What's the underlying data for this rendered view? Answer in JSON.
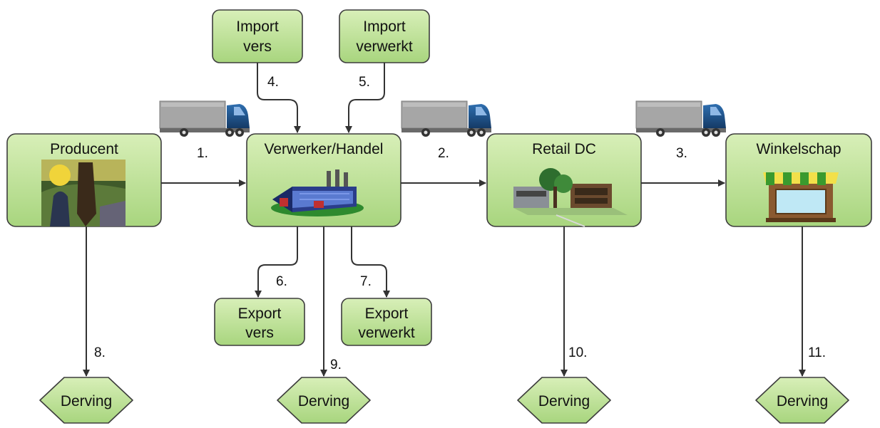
{
  "colors": {
    "box_fill_light": "#d8efb8",
    "box_fill_dark": "#a8d57e",
    "line": "#333333"
  },
  "nodes": {
    "producent": "Producent",
    "verwerker": "Verwerker/Handel",
    "retail_dc": "Retail DC",
    "winkelschap": "Winkelschap",
    "import_vers": [
      "Import",
      "vers"
    ],
    "import_verwerkt": [
      "Import",
      "verwerkt"
    ],
    "export_vers": [
      "Export",
      "vers"
    ],
    "export_verwerkt": [
      "Export",
      "verwerkt"
    ],
    "derving": [
      "Derving",
      "Derving",
      "Derving",
      "Derving"
    ]
  },
  "flows": [
    "1.",
    "2.",
    "3.",
    "4.",
    "5.",
    "6.",
    "7.",
    "8.",
    "9.",
    "10.",
    "11."
  ],
  "icons": [
    "truck-icon",
    "painting-icon",
    "factory-icon",
    "warehouse-icon",
    "shop-icon"
  ]
}
